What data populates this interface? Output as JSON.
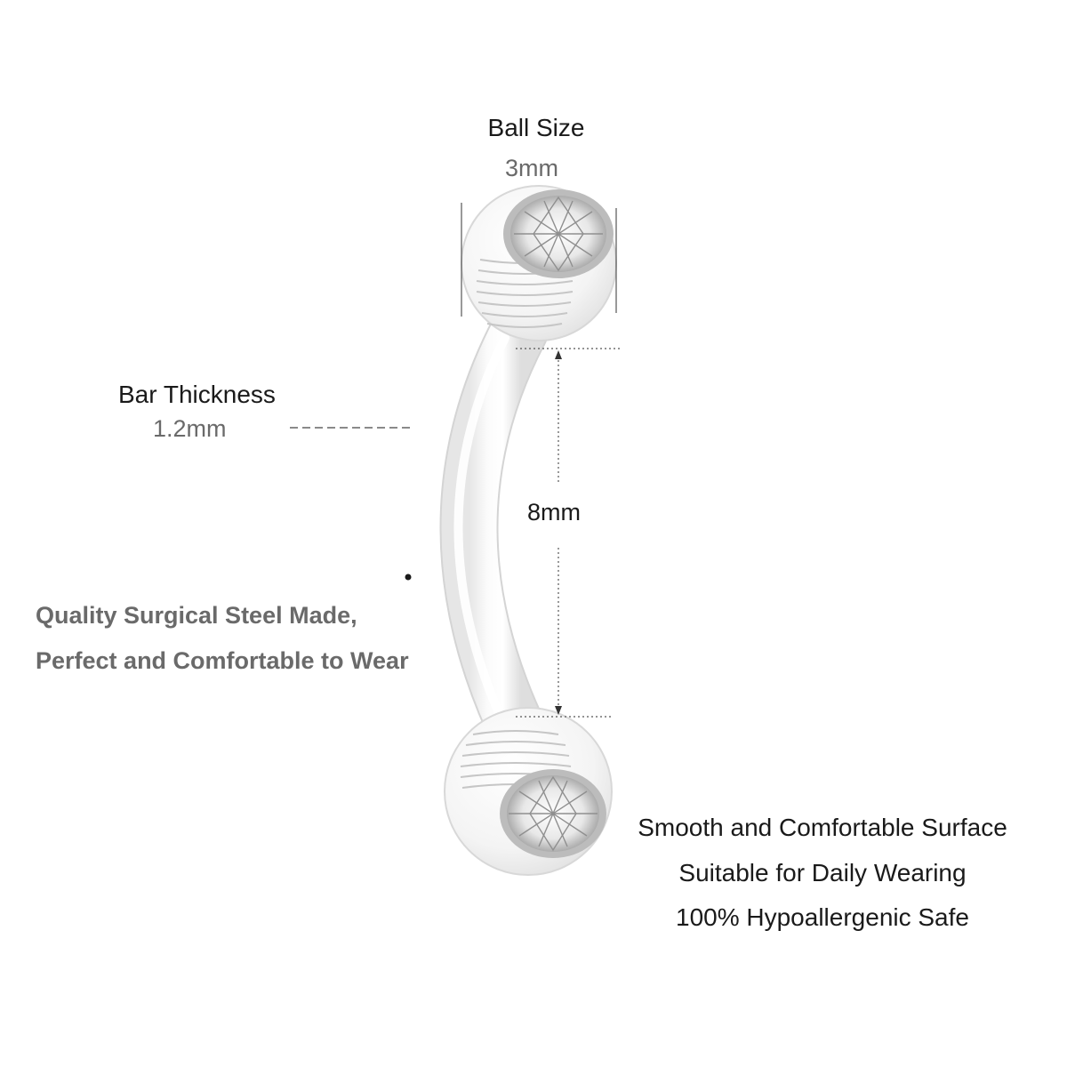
{
  "ball_size": {
    "label": "Ball Size",
    "value": "3mm"
  },
  "bar_thickness": {
    "label": "Bar Thickness",
    "value": "1.2mm"
  },
  "bar_length": {
    "value": "8mm"
  },
  "material": {
    "line1": "Quality Surgical Steel Made,",
    "line2": "Perfect and Comfortable to Wear"
  },
  "features": {
    "line1": "Smooth and Comfortable Surface",
    "line2": "Suitable for Daily Wearing",
    "line3": "100% Hypoallergenic Safe"
  },
  "colors": {
    "label_text": "#1a1a1a",
    "secondary_text": "#6a6a6a",
    "dimension_line": "#555555",
    "acrylic_outline": "#d8d8d8"
  }
}
